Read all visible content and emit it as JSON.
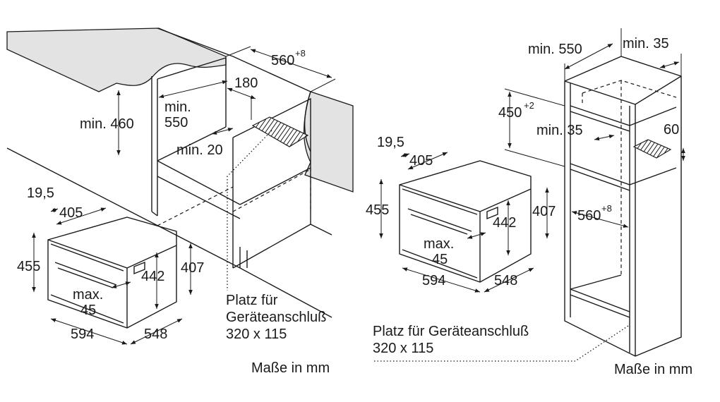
{
  "left": {
    "dims": {
      "width_opening": "560",
      "width_opening_tol": "+8",
      "depth_180": "180",
      "height_min": "min. 460",
      "depth_min_l1": "min.",
      "depth_min_l2": "550",
      "gap_min": "min. 20"
    },
    "appliance": {
      "d195": "19,5",
      "d405": "405",
      "d455": "455",
      "d442": "442",
      "d407": "407",
      "max_l1": "max.",
      "max_l2": "45",
      "d594": "594",
      "d548": "548"
    },
    "connection_l1": "Platz für",
    "connection_l2": "Geräteanschluß",
    "connection_l3": "320 x 115",
    "units": "Maße in mm"
  },
  "right": {
    "dims": {
      "depth_min": "min. 550",
      "side_min": "min. 35",
      "height_450": "450",
      "height_450_tol": "+2",
      "vent_min": "min. 35",
      "vent_60": "60",
      "width_opening": "560",
      "width_opening_tol": "+8"
    },
    "appliance": {
      "d195": "19,5",
      "d405": "405",
      "d455": "455",
      "d442": "442",
      "d407": "407",
      "max_l1": "max.",
      "max_l2": "45",
      "d594": "594",
      "d548": "548"
    },
    "connection_l1": "Platz für Geräteanschluß",
    "connection_l2": "320 x 115",
    "units": "Maße in mm"
  }
}
